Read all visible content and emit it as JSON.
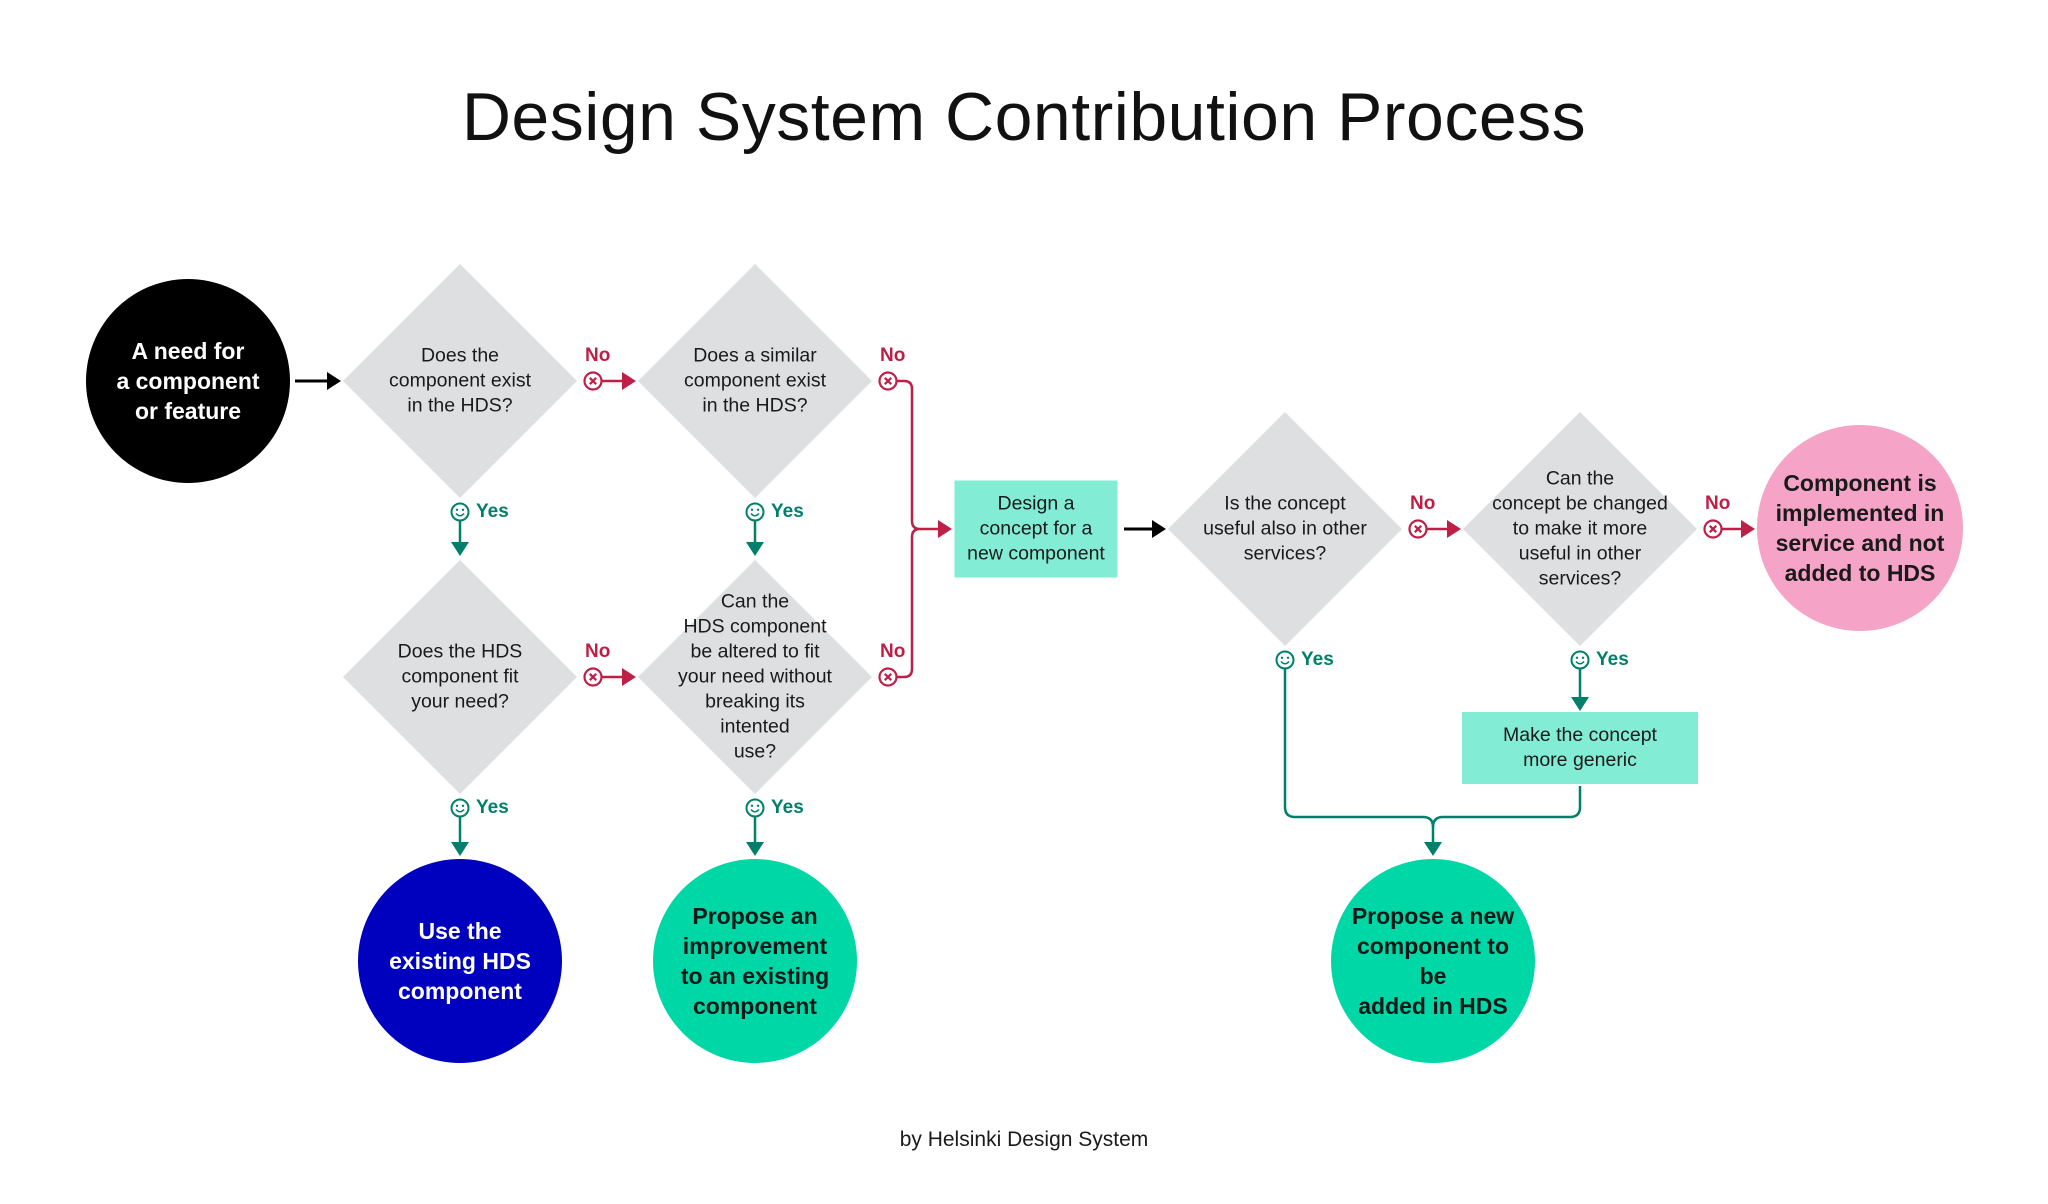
{
  "title": "Design System Contribution Process",
  "footer": "by Helsinki Design System",
  "colors": {
    "start": "#000000",
    "decision": "#dedfe1",
    "action_box": "#82ecd5",
    "use_existing": "#0000bf",
    "propose": "#00d7a7",
    "not_added": "#f5a3c7",
    "no": "#bd1f46",
    "yes": "#00806a",
    "flow": "#000000"
  },
  "labels": {
    "no": "No",
    "yes": "Yes"
  },
  "icons": {
    "no": "x-circle-icon",
    "yes": "smiley-icon"
  },
  "nodes": {
    "start": {
      "type": "terminal",
      "text": "A need for\na component\nor feature"
    },
    "q_exists": {
      "type": "decision",
      "text": "Does the\ncomponent exist\nin the HDS?"
    },
    "q_similar": {
      "type": "decision",
      "text": "Does a similar\ncomponent exist\nin the HDS?"
    },
    "q_fit": {
      "type": "decision",
      "text": "Does the HDS\ncomponent fit\nyour need?"
    },
    "q_alter": {
      "type": "decision",
      "text": "Can the\nHDS component\nbe altered to fit\nyour need without\nbreaking its\nintented\nuse?"
    },
    "design_concept": {
      "type": "action",
      "text": "Design a\nconcept for a\nnew component"
    },
    "q_useful": {
      "type": "decision",
      "text": "Is the concept\nuseful also in other\nservices?"
    },
    "q_change": {
      "type": "decision",
      "text": "Can the\nconcept be changed\nto make it more\nuseful in other\nservices?"
    },
    "make_generic": {
      "type": "action",
      "text": "Make the concept\nmore generic"
    },
    "use_existing": {
      "type": "terminal",
      "text": "Use the\nexisting HDS\ncomponent"
    },
    "propose_improvement": {
      "type": "terminal",
      "text": "Propose an\nimprovement\nto an existing\ncomponent"
    },
    "propose_new": {
      "type": "terminal",
      "text": "Propose a new\ncomponent to be\nadded in HDS"
    },
    "not_added": {
      "type": "terminal",
      "text": "Component is\nimplemented in\nservice and not\nadded to HDS"
    }
  },
  "edges": [
    {
      "from": "start",
      "to": "q_exists",
      "label": ""
    },
    {
      "from": "q_exists",
      "to": "q_similar",
      "label": "No"
    },
    {
      "from": "q_exists",
      "to": "q_fit",
      "label": "Yes"
    },
    {
      "from": "q_similar",
      "to": "design_concept",
      "label": "No"
    },
    {
      "from": "q_similar",
      "to": "q_alter",
      "label": "Yes"
    },
    {
      "from": "q_fit",
      "to": "q_alter",
      "label": "No"
    },
    {
      "from": "q_fit",
      "to": "use_existing",
      "label": "Yes"
    },
    {
      "from": "q_alter",
      "to": "design_concept",
      "label": "No"
    },
    {
      "from": "q_alter",
      "to": "propose_improvement",
      "label": "Yes"
    },
    {
      "from": "design_concept",
      "to": "q_useful",
      "label": ""
    },
    {
      "from": "q_useful",
      "to": "q_change",
      "label": "No"
    },
    {
      "from": "q_useful",
      "to": "propose_new",
      "label": "Yes"
    },
    {
      "from": "q_change",
      "to": "not_added",
      "label": "No"
    },
    {
      "from": "q_change",
      "to": "make_generic",
      "label": "Yes"
    },
    {
      "from": "make_generic",
      "to": "propose_new",
      "label": ""
    }
  ]
}
